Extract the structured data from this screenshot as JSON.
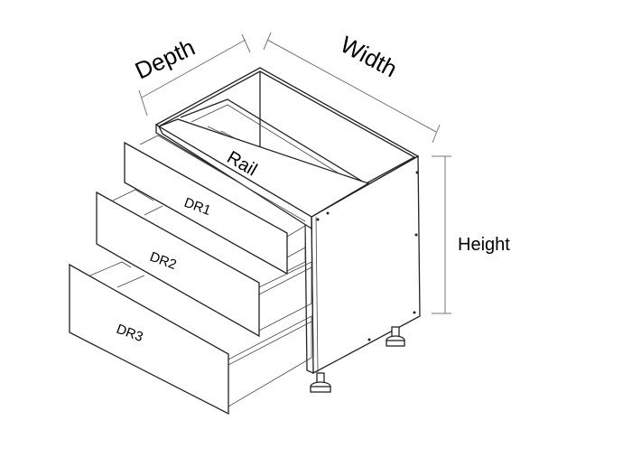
{
  "labels": {
    "depth": "Depth",
    "width": "Width",
    "height": "Height",
    "rail": "Rail",
    "drawer1": "DR1",
    "drawer2": "DR2",
    "drawer3": "DR3"
  }
}
